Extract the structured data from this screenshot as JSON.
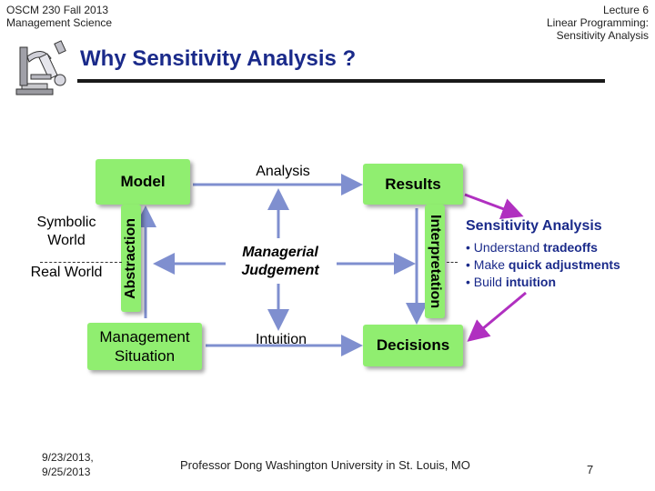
{
  "header": {
    "left_line1": "OSCM 230 Fall 2013",
    "left_line2": "Management Science",
    "right_line1": "Lecture 6",
    "right_line2": "Linear Programming:",
    "right_line3": "Sensitivity Analysis"
  },
  "title": "Why Sensitivity Analysis ?",
  "logo_icon": "microscope-icon",
  "diagram": {
    "model": "Model",
    "analysis": "Analysis",
    "results": "Results",
    "abstraction": "Abstraction",
    "interpretation": "Interpretation",
    "managerial_judgement": "Managerial Judgement",
    "management_situation": "Management Situation",
    "intuition": "Intuition",
    "decisions": "Decisions",
    "symbolic_world": "Symbolic World",
    "real_world": "Real World"
  },
  "sensitivity": {
    "title": "Sensitivity Analysis",
    "items": [
      {
        "prefix": "• Understand ",
        "keyword": "tradeoffs"
      },
      {
        "prefix": "• Make ",
        "keyword": "quick adjustments"
      },
      {
        "prefix": "• Build ",
        "keyword": "intuition"
      }
    ]
  },
  "colors": {
    "box_fill": "#90ee70",
    "arrow_blue": "#7f8fcf",
    "arrow_purple": "#b030c0",
    "title_navy": "#1a2a8a"
  },
  "footer": {
    "date_line1": "9/23/2013,",
    "date_line2": "9/25/2013",
    "professor": "Professor Dong Washington University in St. Louis, MO",
    "page": "7"
  }
}
